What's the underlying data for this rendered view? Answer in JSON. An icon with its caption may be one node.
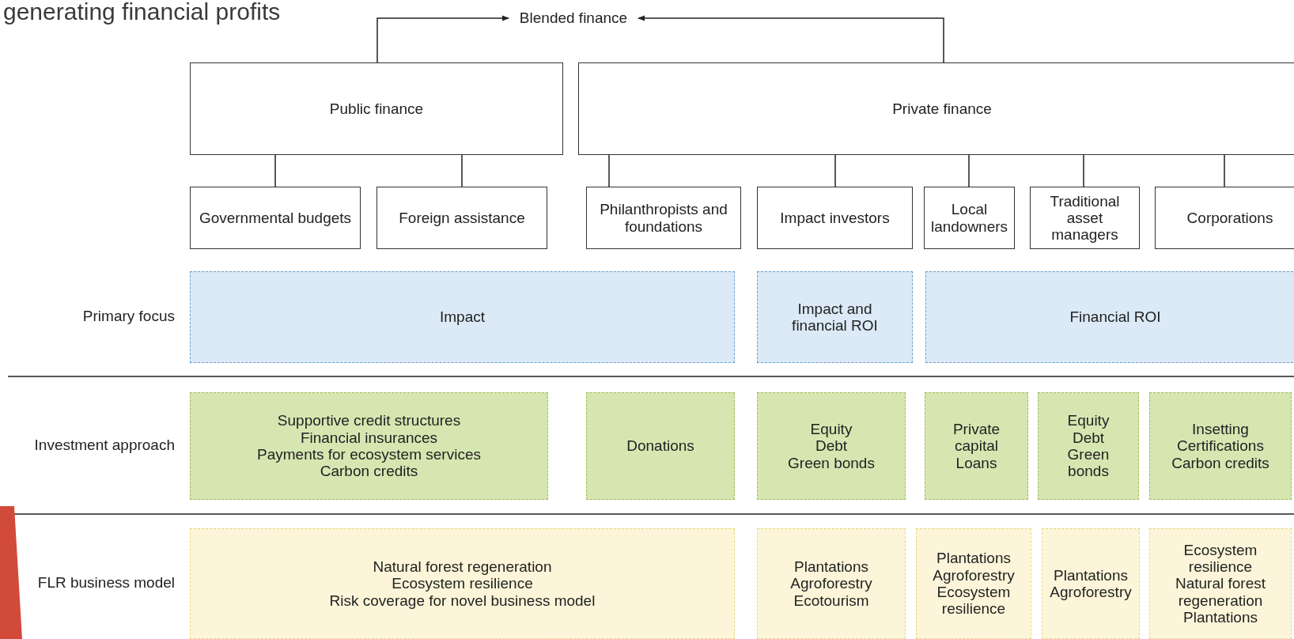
{
  "diagram": {
    "title": "generating financial profits",
    "nodes": [
      {
        "text": [
          "Blended finance"
        ]
      },
      {
        "text": [
          "Public finance"
        ]
      },
      {
        "text": [
          "Private finance"
        ]
      },
      {
        "text": [
          "Governmental budgets"
        ]
      },
      {
        "text": [
          "Foreign assistance"
        ]
      },
      {
        "text": [
          "Philanthropists and foundations"
        ]
      },
      {
        "text": [
          "Impact investors"
        ]
      },
      {
        "text": [
          "Local landowners"
        ]
      },
      {
        "text": [
          "Traditional asset managers"
        ]
      },
      {
        "text": [
          "Corporations"
        ]
      },
      {
        "text": [
          "Impact"
        ]
      },
      {
        "text": [
          "Impact and financial ROI"
        ]
      },
      {
        "text": [
          "Financial ROI"
        ]
      },
      {
        "text": [
          "Supportive credit structures",
          "Financial insurances",
          "Payments for ecosystem services",
          "Carbon credits"
        ]
      },
      {
        "text": [
          "Donations"
        ]
      },
      {
        "text": [
          "Equity",
          "Debt",
          "Green bonds"
        ]
      },
      {
        "text": [
          "Private capital",
          "Loans"
        ]
      },
      {
        "text": [
          "Equity",
          "Debt",
          "Green bonds"
        ]
      },
      {
        "text": [
          "Insetting",
          "Certifications",
          "Carbon credits"
        ]
      },
      {
        "text": [
          "Natural forest regeneration",
          "Ecosystem resilience",
          "Risk coverage for novel business model"
        ]
      },
      {
        "text": [
          "Plantations",
          "Agroforestry",
          "Ecotourism"
        ]
      },
      {
        "text": [
          "Plantations",
          "Agroforestry",
          "Ecosystem resilience"
        ]
      },
      {
        "text": [
          "Plantations",
          "Agroforestry"
        ]
      },
      {
        "text": [
          "Ecosystem resilience",
          "Natural forest regeneration",
          "Plantations"
        ]
      }
    ],
    "edges": [
      {
        "from": 1,
        "to": 0,
        "arrow": "to"
      },
      {
        "from": 2,
        "to": 0,
        "arrow": "to"
      },
      {
        "from": 1,
        "to": 3,
        "arrow": "none"
      },
      {
        "from": 1,
        "to": 4,
        "arrow": "none"
      },
      {
        "from": 2,
        "to": 5,
        "arrow": "none"
      },
      {
        "from": 2,
        "to": 6,
        "arrow": "none"
      },
      {
        "from": 2,
        "to": 7,
        "arrow": "none"
      },
      {
        "from": 2,
        "to": 8,
        "arrow": "none"
      },
      {
        "from": 2,
        "to": 9,
        "arrow": "none"
      }
    ],
    "labels": [
      "Primary focus",
      "Investment approach",
      "FLR business model"
    ]
  }
}
